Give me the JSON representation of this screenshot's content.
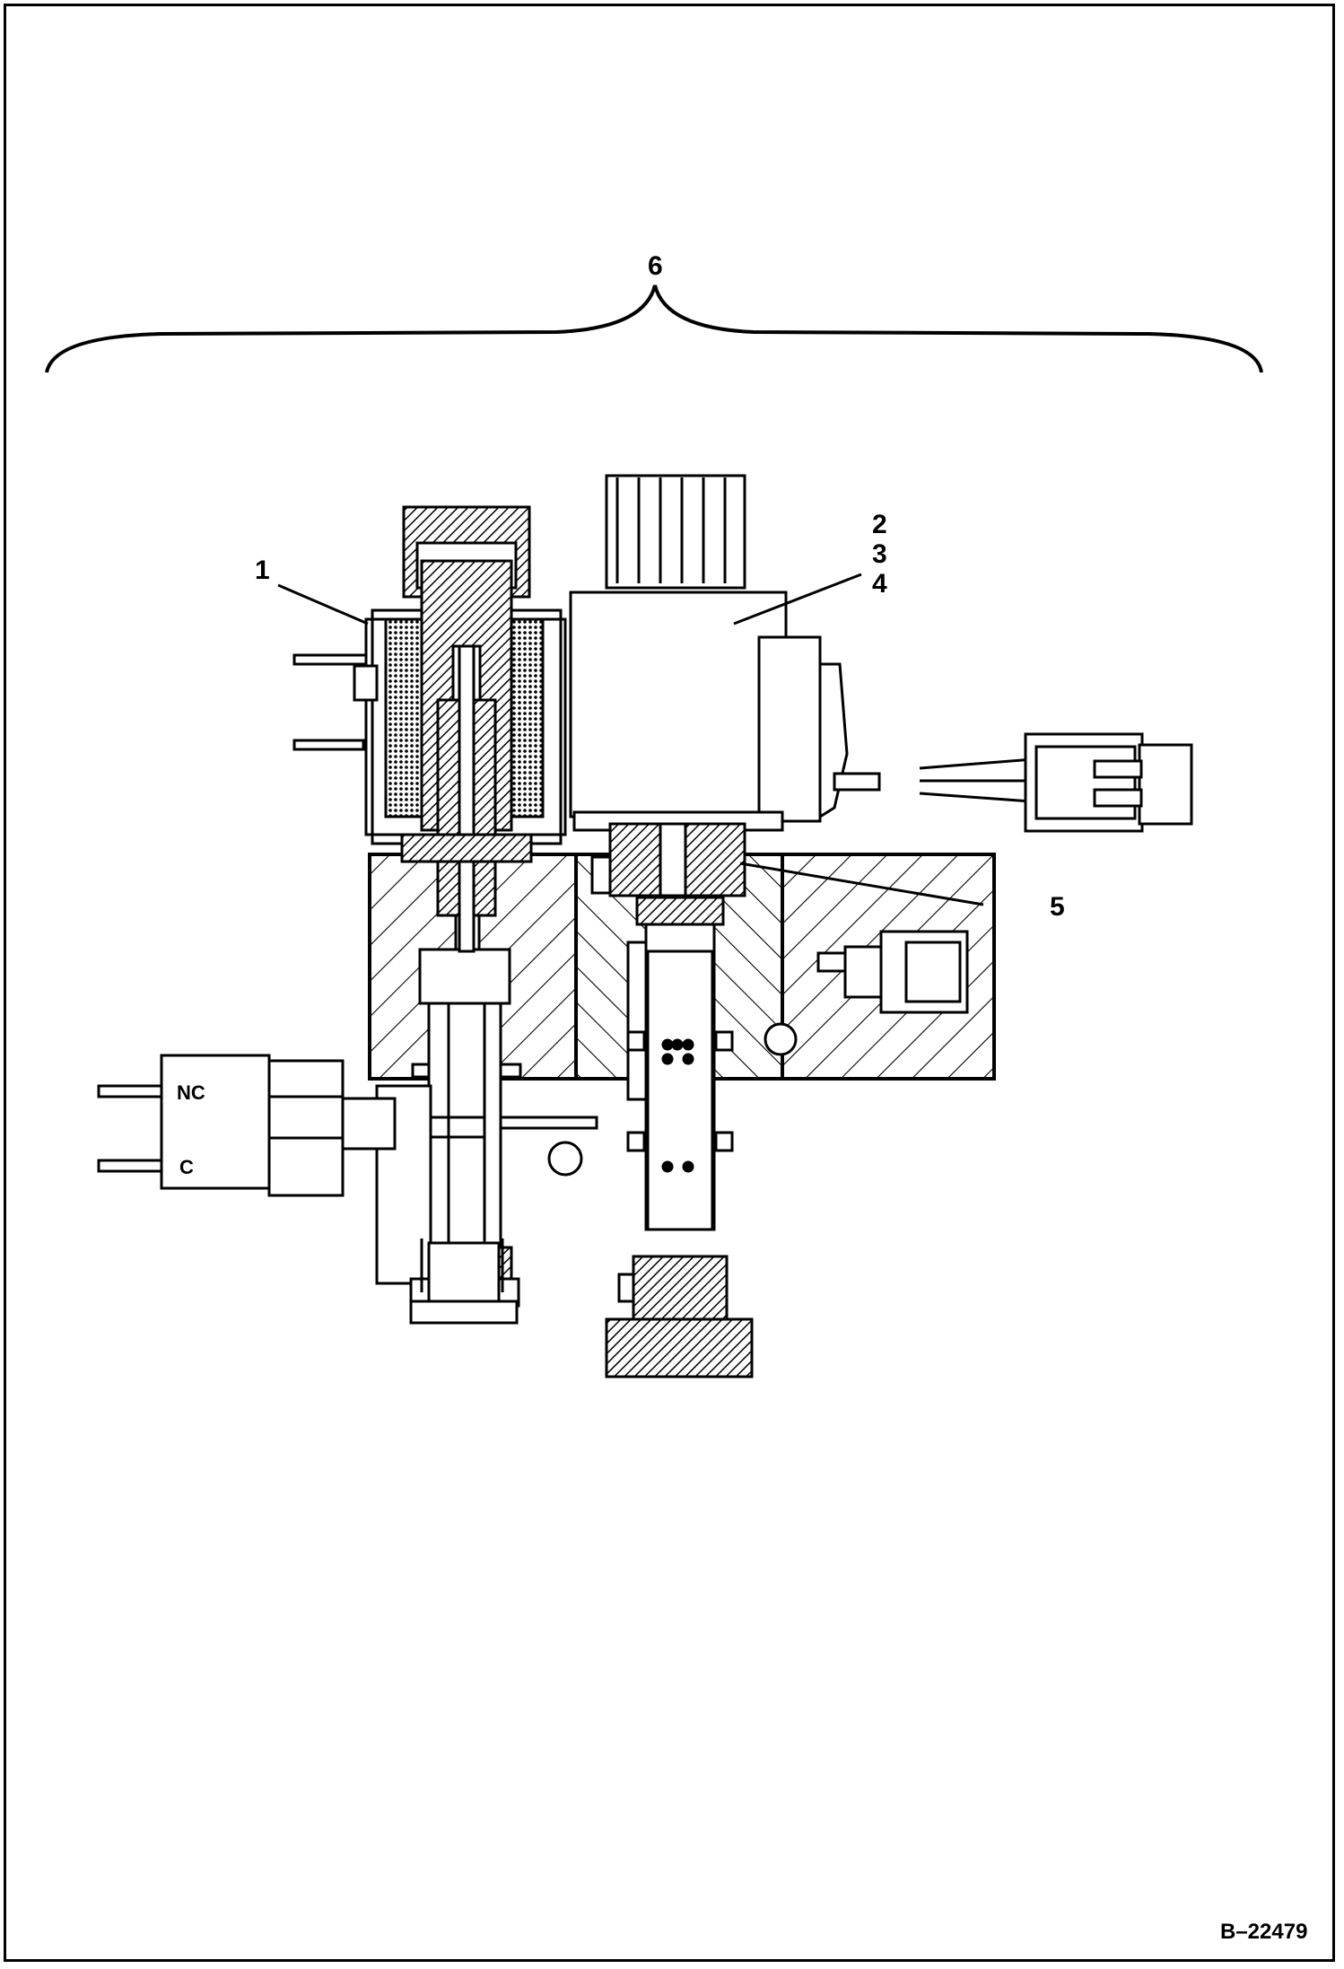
{
  "callouts": {
    "c1": "1",
    "c2": "2",
    "c3": "3",
    "c4": "4",
    "c5": "5",
    "c6": "6"
  },
  "switch_pins": {
    "nc": "NC",
    "c": "C"
  },
  "figure_number": "B–22479",
  "colors": {
    "line": "#000000",
    "background": "#ffffff"
  }
}
